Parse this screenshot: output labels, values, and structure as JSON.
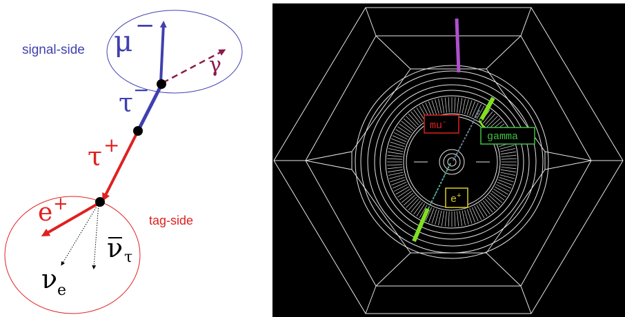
{
  "decay_diagram": {
    "signal_label": "signal-side",
    "tag_label": "tag-side",
    "mu_minus": "μ",
    "mu_minus_sup": "−",
    "gamma": "γ",
    "tau_minus": "τ",
    "tau_minus_sup": "−",
    "tau_plus": "τ",
    "tau_plus_sup": "+",
    "e_plus": "e",
    "e_plus_sup": "+",
    "nu_e": "ν",
    "nu_e_sub": "e",
    "nu_tau": "ν",
    "nu_tau_sub": "τ",
    "colors": {
      "signal": "#4040b0",
      "tag": "#e02020",
      "gamma": "#8b1a4a",
      "vertex": "#000000"
    }
  },
  "event_display": {
    "label_mu": "mu",
    "label_mu_sup": "-",
    "label_gamma": "gamma",
    "label_e": "e",
    "label_e_sup": "+",
    "colors": {
      "background": "#000000",
      "detector_lines": "#e8e8e8",
      "mu_box": "#e02020",
      "gamma_box": "#40c040",
      "e_box": "#e0d020",
      "hit_green": "#80e020",
      "hit_purple": "#b050d0"
    }
  }
}
